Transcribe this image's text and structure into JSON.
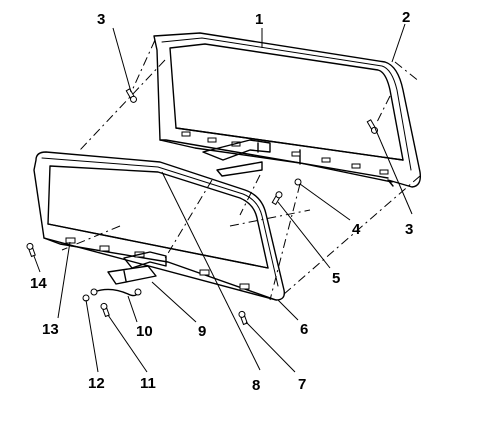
{
  "callouts": [
    {
      "id": "1",
      "label": "1"
    },
    {
      "id": "2",
      "label": "2"
    },
    {
      "id": "3a",
      "label": "3"
    },
    {
      "id": "3b",
      "label": "3"
    },
    {
      "id": "4",
      "label": "4"
    },
    {
      "id": "5",
      "label": "5"
    },
    {
      "id": "6",
      "label": "6"
    },
    {
      "id": "7",
      "label": "7"
    },
    {
      "id": "8",
      "label": "8"
    },
    {
      "id": "9",
      "label": "9"
    },
    {
      "id": "10",
      "label": "10"
    },
    {
      "id": "11",
      "label": "11"
    },
    {
      "id": "12",
      "label": "12"
    },
    {
      "id": "13",
      "label": "13"
    },
    {
      "id": "14",
      "label": "14"
    }
  ]
}
